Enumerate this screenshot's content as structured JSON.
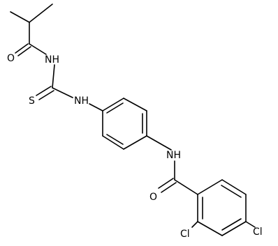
{
  "molecule": {
    "atom_labels": {
      "carbonyl_oxygen_top": "O",
      "imide_nh": "NH",
      "thione_sulfur": "S",
      "thiourea_nh": "NH",
      "anilide_nh": "NH",
      "amide_oxygen": "O",
      "chlorine_ortho": "Cl",
      "chlorine_para": "Cl"
    },
    "line_color": "#000000",
    "background_color": "#ffffff"
  }
}
